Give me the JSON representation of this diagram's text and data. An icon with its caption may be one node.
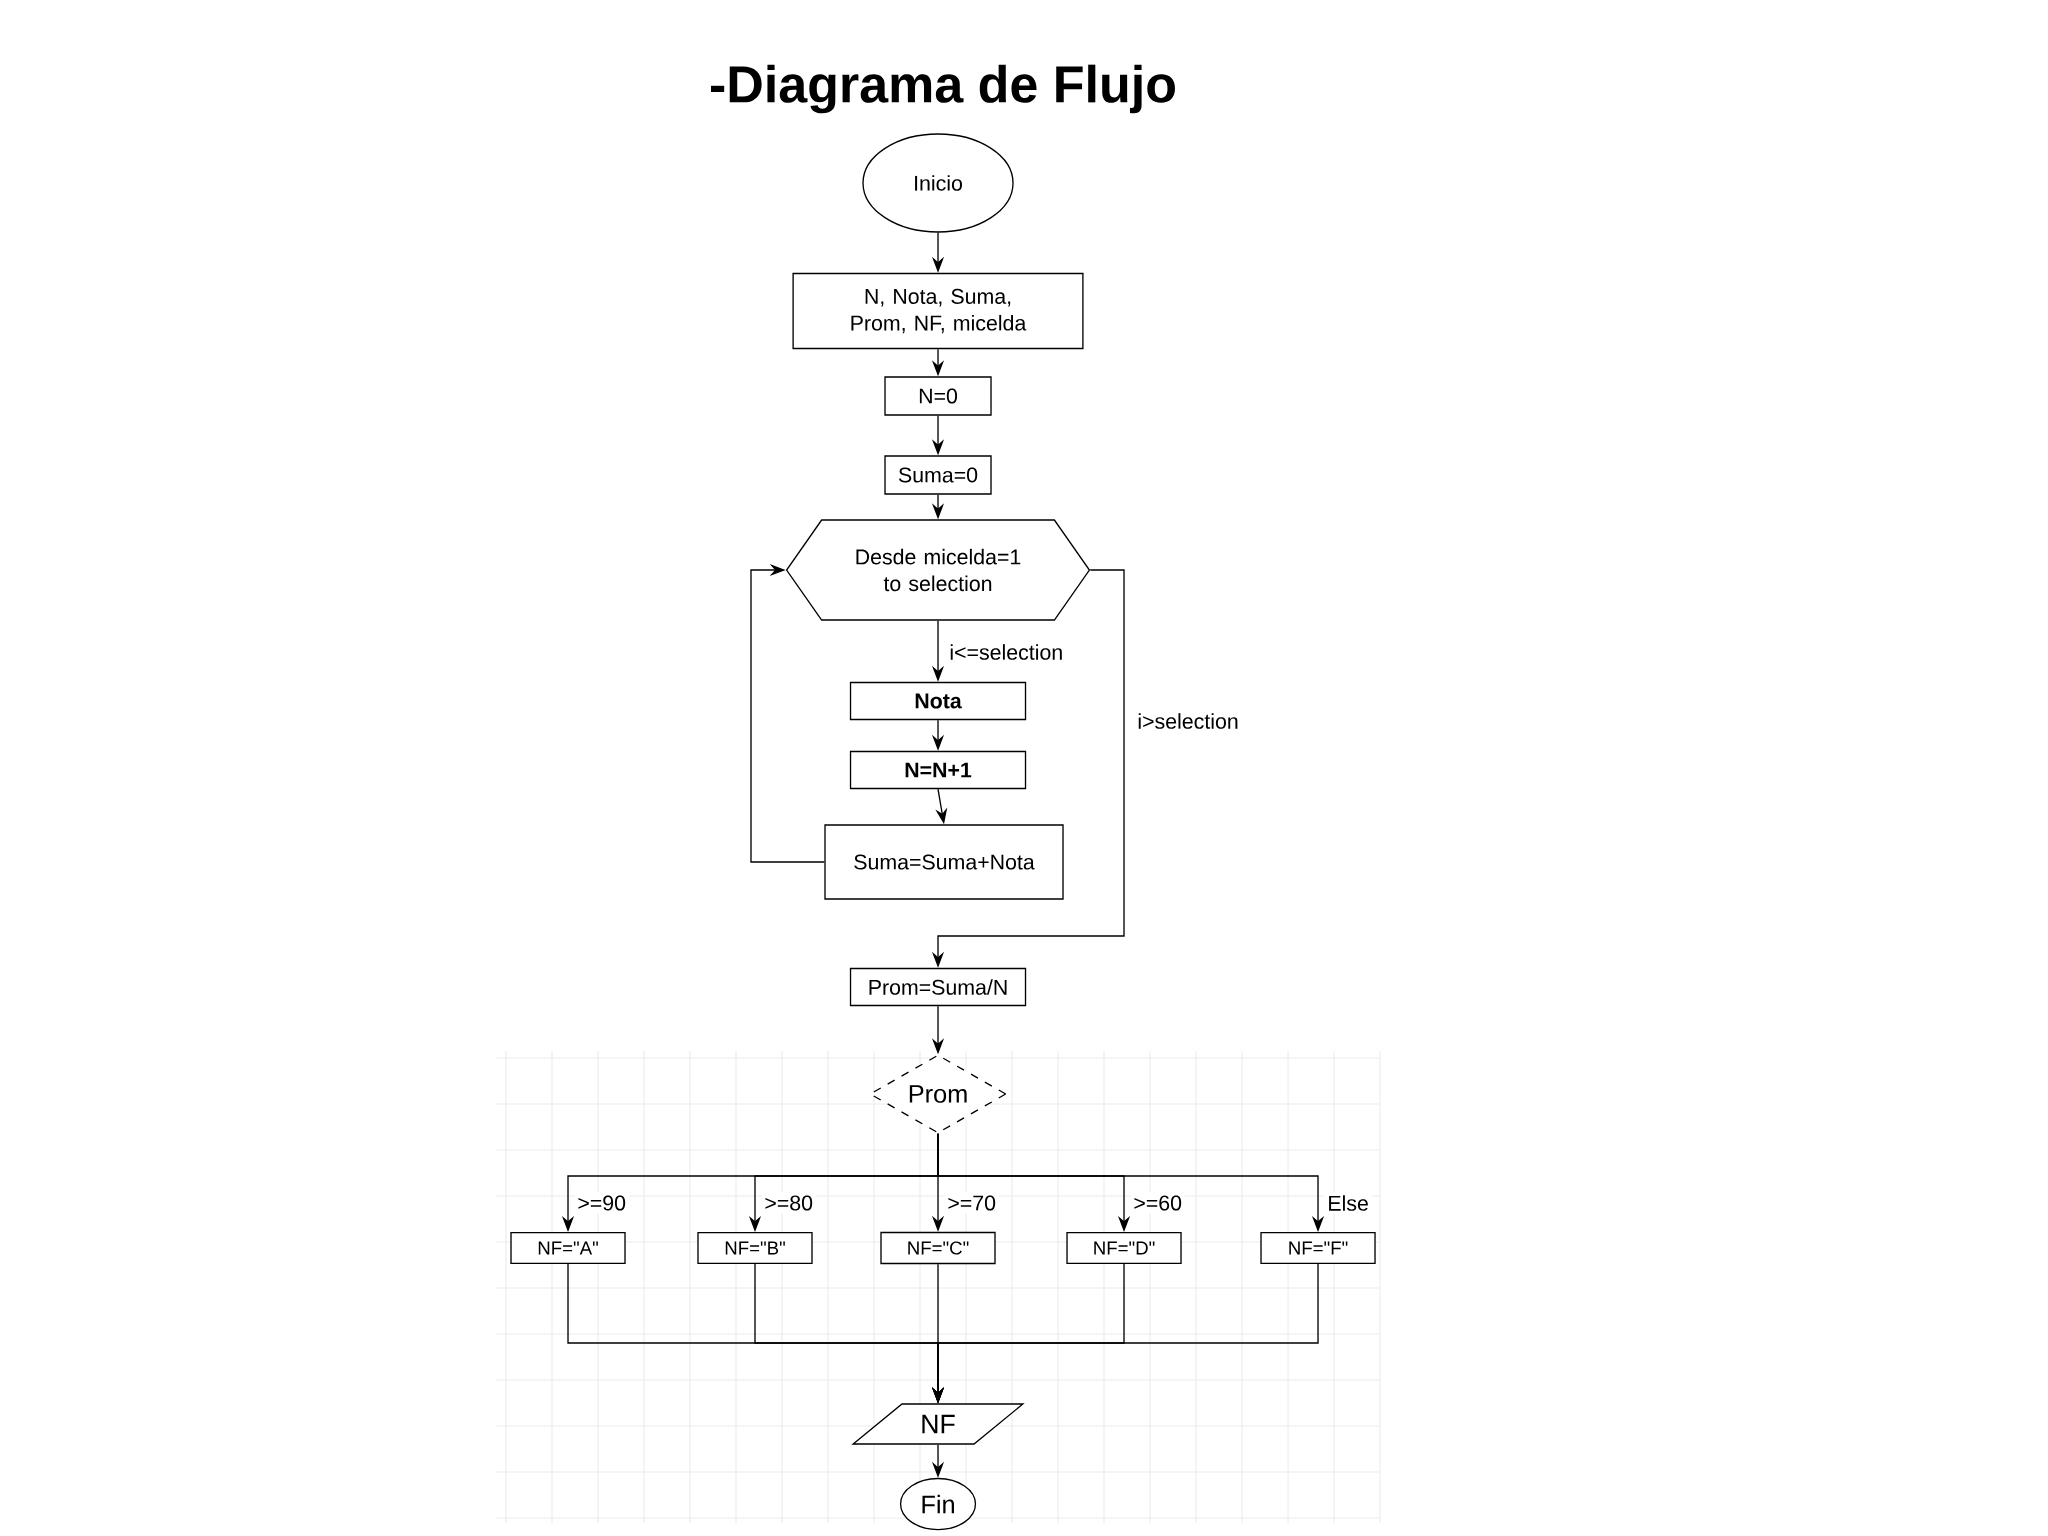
{
  "diagram": {
    "title": "-Diagrama de Flujo",
    "nodes": [
      {
        "text": [
          "Inicio"
        ]
      },
      {
        "text": [
          "N, Nota, Suma, Prom, NF, micelda"
        ]
      },
      {
        "text": [
          "N=0"
        ]
      },
      {
        "text": [
          "Suma=0"
        ]
      },
      {
        "text": [
          "Desde micelda=1 to selection"
        ]
      },
      {
        "text": [
          "Nota"
        ]
      },
      {
        "text": [
          "N=N+1"
        ]
      },
      {
        "text": [
          "Suma=Suma+Nota"
        ]
      },
      {
        "text": [
          "Prom=Suma/N"
        ]
      },
      {
        "text": [
          "Prom"
        ]
      },
      {
        "text": [
          "NF=\"A\""
        ]
      },
      {
        "text": [
          "NF=\"B\""
        ]
      },
      {
        "text": [
          "NF=\"C\""
        ]
      },
      {
        "text": [
          "NF=\"D\""
        ]
      },
      {
        "text": [
          "NF=\"F\""
        ]
      },
      {
        "text": [
          "NF"
        ]
      },
      {
        "text": [
          "Fin"
        ]
      }
    ],
    "edges": [
      {
        "from": 0,
        "to": 1,
        "arrow": "to"
      },
      {
        "from": 1,
        "to": 2,
        "arrow": "to"
      },
      {
        "from": 2,
        "to": 3,
        "arrow": "to"
      },
      {
        "from": 3,
        "to": 4,
        "arrow": "to"
      },
      {
        "from": 4,
        "to": 5,
        "arrow": "to",
        "label": "i<=selection"
      },
      {
        "from": 5,
        "to": 6,
        "arrow": "to"
      },
      {
        "from": 6,
        "to": 7,
        "arrow": "to"
      },
      {
        "from": 7,
        "to": 4,
        "arrow": "to"
      },
      {
        "from": 4,
        "to": 8,
        "arrow": "to",
        "label": "i>selection"
      },
      {
        "from": 8,
        "to": 9,
        "arrow": "to"
      },
      {
        "from": 9,
        "to": 10,
        "arrow": "to",
        "label": ">=90"
      },
      {
        "from": 9,
        "to": 11,
        "arrow": "to",
        "label": ">=80"
      },
      {
        "from": 9,
        "to": 12,
        "arrow": "to",
        "label": ">=70"
      },
      {
        "from": 9,
        "to": 13,
        "arrow": "to",
        "label": ">=60"
      },
      {
        "from": 9,
        "to": 14,
        "arrow": "to",
        "label": "Else"
      },
      {
        "from": 10,
        "to": 15,
        "arrow": "to"
      },
      {
        "from": 11,
        "to": 15,
        "arrow": "to"
      },
      {
        "from": 12,
        "to": 15,
        "arrow": "to"
      },
      {
        "from": 13,
        "to": 15,
        "arrow": "to"
      },
      {
        "from": 14,
        "to": 15,
        "arrow": "to"
      },
      {
        "from": 15,
        "to": 16,
        "arrow": "to"
      }
    ]
  }
}
